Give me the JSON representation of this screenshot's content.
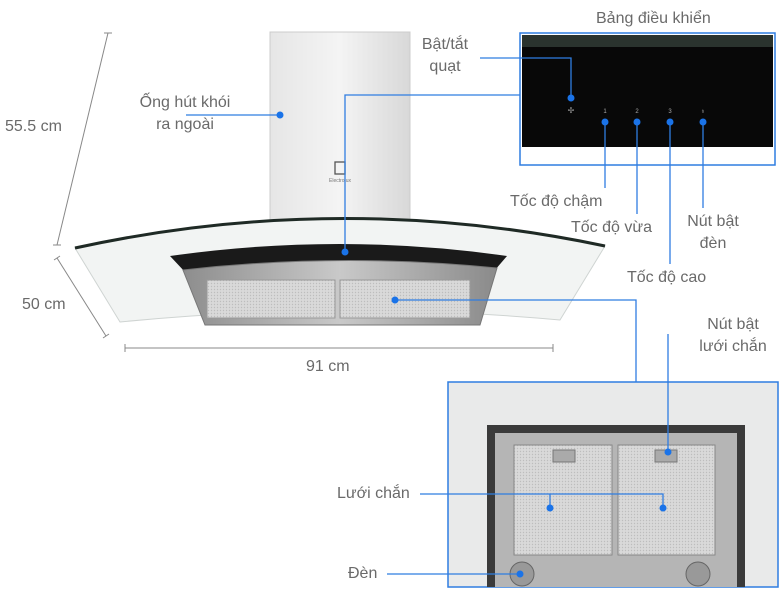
{
  "title": "Bảng điều khiển",
  "dimensions": {
    "height": "55.5 cm",
    "depth": "50 cm",
    "width": "91 cm"
  },
  "labels": {
    "chimney": [
      "Ống hút khói",
      "ra ngoài"
    ],
    "fan_toggle": [
      "Bật/tắt",
      "quạt"
    ],
    "speed_low": "Tốc độ chậm",
    "speed_mid": "Tốc độ vừa",
    "speed_high": "Tốc độ cao",
    "light_button": [
      "Nút bật",
      "đèn"
    ],
    "filter_button": [
      "Nút bật",
      "lưới chắn"
    ],
    "filter": "Lưới chắn",
    "lamp": "Đèn"
  },
  "panel_buttons": [
    "1",
    "2",
    "3"
  ],
  "brand": "Electrolux",
  "colors": {
    "accent": "#1a73e8",
    "line": "#2f7de1"
  }
}
